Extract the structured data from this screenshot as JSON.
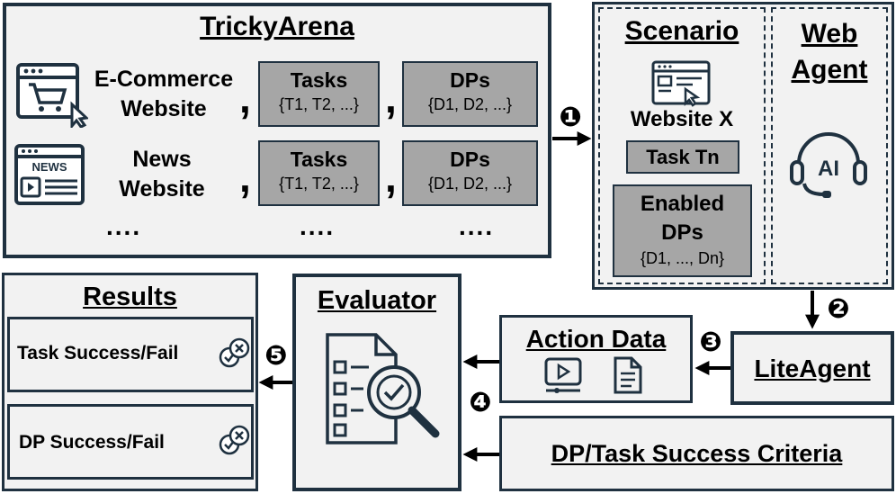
{
  "tricky_arena": {
    "title": "TrickyArena",
    "rows": [
      {
        "site_line1": "E-Commerce",
        "site_line2": "Website",
        "tasks_label": "Tasks",
        "tasks_set": "{T1, T2, ...}",
        "dps_label": "DPs",
        "dps_set": "{D1, D2, ...}"
      },
      {
        "site_line1": "News",
        "site_line2": "Website",
        "tasks_label": "Tasks",
        "tasks_set": "{T1, T2, ...}",
        "dps_label": "DPs",
        "dps_set": "{D1, D2, ...}"
      }
    ],
    "comma": ",",
    "ellipsis": "...."
  },
  "news_icon_text": "NEWS",
  "scenario": {
    "title": "Scenario",
    "website": "Website X",
    "task": "Task Tn",
    "enabled_line1": "Enabled",
    "enabled_line2": "DPs",
    "enabled_set": "{D1, ..., Dn}"
  },
  "web_agent": {
    "line1": "Web",
    "line2": "Agent",
    "icon_text": "AI"
  },
  "lite_agent": {
    "label": "LiteAgent"
  },
  "action_data": {
    "title": "Action Data"
  },
  "criteria": {
    "label": "DP/Task Success Criteria"
  },
  "evaluator": {
    "title": "Evaluator"
  },
  "results": {
    "title": "Results",
    "items": [
      "Task Success/Fail",
      "DP Success/Fail"
    ]
  },
  "steps": [
    "❶",
    "❷",
    "❸",
    "❹",
    "❺"
  ]
}
